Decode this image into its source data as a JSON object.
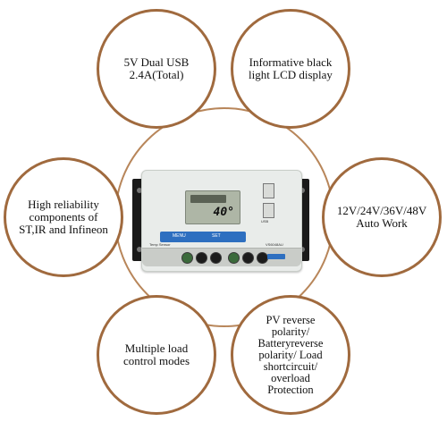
{
  "features": [
    {
      "lines": [
        "5V Dual USB",
        "2.4A(Total)"
      ]
    },
    {
      "lines": [
        "Informative black",
        "light LCD display"
      ]
    },
    {
      "lines": [
        "High reliability",
        "components of",
        "ST,IR and Infineon"
      ]
    },
    {
      "lines": [
        "12V/24V/36V/48V",
        "Auto Work"
      ]
    },
    {
      "lines": [
        "Multiple load",
        "control modes"
      ]
    },
    {
      "lines": [
        "PV reverse",
        "polarity/",
        "Batteryreverse",
        "polarity/ Load",
        "shortcircuit/",
        "overload",
        "Protection"
      ]
    }
  ],
  "device": {
    "lcd_reading": "40°",
    "usb_label": "USB",
    "menu_label": "MENU",
    "set_label": "SET",
    "model": "VS6048AU",
    "temp_label": "Temp Sensor"
  },
  "colors": {
    "ring": "#b8865a",
    "bubble_border": "#a06a3e",
    "accent_blue": "#2e6fc0"
  }
}
